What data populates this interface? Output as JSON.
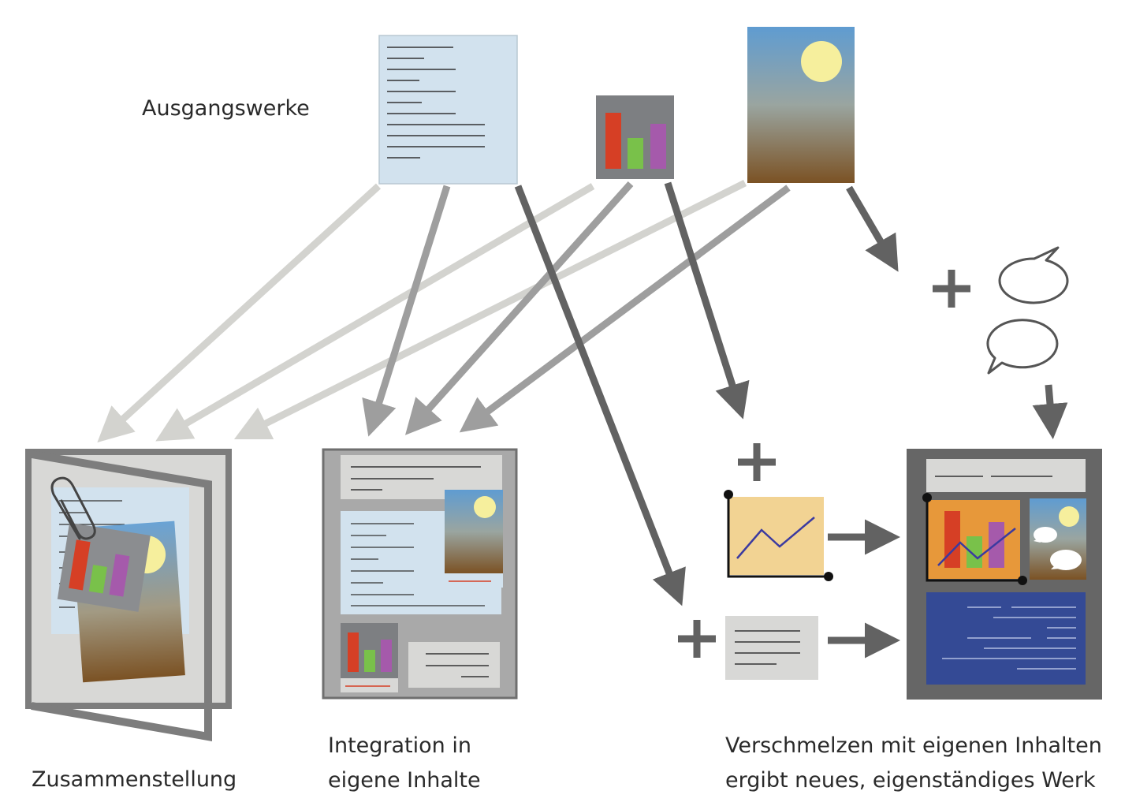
{
  "labels": {
    "sources": "Ausgangswerke",
    "compilation": "Zusammenstellung",
    "integration": [
      "Integration in",
      "eigene Inhalte"
    ],
    "merge": [
      "Verschmelzen mit eigenen Inhalten",
      "ergibt neues, eigenständiges Werk"
    ]
  },
  "colors": {
    "arrow_light": "#d3d3cf",
    "arrow_mid": "#9e9e9e",
    "arrow_dark": "#626262",
    "doc_blue": "#d2e2ee",
    "chart_red": "#d63f25",
    "chart_green": "#79c14a",
    "chart_purple": "#a55aab",
    "sky_top": "#5f9cd1",
    "ground": "#7b5224",
    "sun": "#f6ef9d",
    "chart_panel": "#f2d393",
    "chart_panel_orange": "#e7983a",
    "text_panel_blue": "#344a95",
    "frame_gray": "#666666"
  },
  "icons": [
    "text-document-icon",
    "bar-chart-icon",
    "landscape-picture-icon",
    "speech-bubble-icon",
    "plus-icon",
    "paperclip-icon",
    "line-chart-icon",
    "folder-icon"
  ]
}
